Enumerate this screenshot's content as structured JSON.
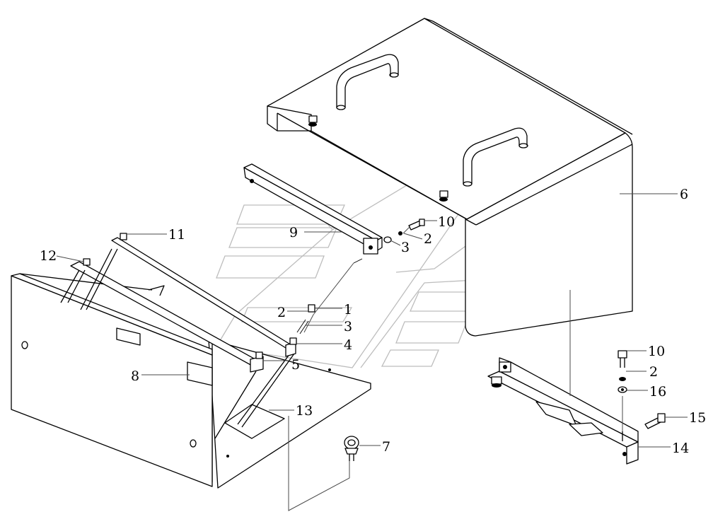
{
  "callouts": [
    {
      "id": "c6",
      "label": "6",
      "part": "top cover"
    },
    {
      "id": "c9",
      "label": "9",
      "part": "cross bar"
    },
    {
      "id": "c10a",
      "label": "10",
      "part": "bolt"
    },
    {
      "id": "c2a",
      "label": "2",
      "part": "spring washer"
    },
    {
      "id": "c3a",
      "label": "3",
      "part": "flat washer"
    },
    {
      "id": "c11",
      "label": "11",
      "part": "support rod nut"
    },
    {
      "id": "c12",
      "label": "12",
      "part": "support rod nut"
    },
    {
      "id": "c1",
      "label": "1",
      "part": "bolt"
    },
    {
      "id": "c2b",
      "label": "2",
      "part": "spring washer"
    },
    {
      "id": "c3b",
      "label": "3",
      "part": "flat washer"
    },
    {
      "id": "c4",
      "label": "4",
      "part": "bracket"
    },
    {
      "id": "c5",
      "label": "5",
      "part": "bracket"
    },
    {
      "id": "c8",
      "label": "8",
      "part": "pad"
    },
    {
      "id": "c13",
      "label": "13",
      "part": "plate"
    },
    {
      "id": "c7",
      "label": "7",
      "part": "eye bolt"
    },
    {
      "id": "c10b",
      "label": "10",
      "part": "bolt"
    },
    {
      "id": "c2c",
      "label": "2",
      "part": "spring washer"
    },
    {
      "id": "c16",
      "label": "16",
      "part": "washer"
    },
    {
      "id": "c15",
      "label": "15",
      "part": "bolt"
    },
    {
      "id": "c14",
      "label": "14",
      "part": "mounting rail"
    }
  ],
  "colors": {
    "line": "#000000",
    "leader": "#4a4a4a",
    "hidden": "#bdbdbd",
    "background": "#ffffff"
  }
}
